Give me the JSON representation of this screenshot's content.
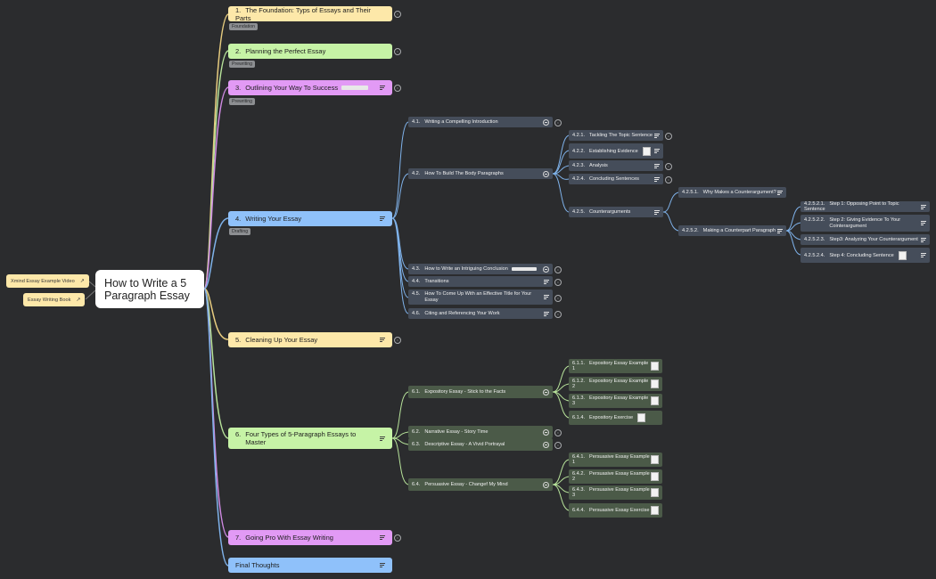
{
  "root": {
    "title": "How to Write a 5 Paragraph Essay"
  },
  "links": [
    {
      "label": "Xmind Essay Example Video"
    },
    {
      "label": "Essay Writing Book"
    }
  ],
  "topics": {
    "t1": {
      "num": "1.",
      "label": "The Foundation: Typs of Essays and Their Parts",
      "tag": "Foundation"
    },
    "t2": {
      "num": "2.",
      "label": "Planning the Perfect Essay",
      "tag": "Prewriting"
    },
    "t3": {
      "num": "3.",
      "label": "Outlining Your Way To Success",
      "tag": "Prewriting"
    },
    "t4": {
      "num": "4.",
      "label": "Writing Your Essay",
      "tag": "Drafting"
    },
    "t5": {
      "num": "5.",
      "label": "Cleaning Up Your Essay"
    },
    "t6": {
      "num": "6.",
      "label": "Four Types of 5-Paragraph Essays to Master"
    },
    "t7": {
      "num": "7.",
      "label": "Going Pro With Essay Writing"
    },
    "t8": {
      "label": "Final Thoughts"
    }
  },
  "writing": [
    {
      "num": "4.1.",
      "label": "Writing a Compelling Introduction"
    },
    {
      "num": "4.2.",
      "label": "How To Build The Body Paragraphs"
    },
    {
      "num": "4.3.",
      "label": "How to Write an Intriguing Conclusion"
    },
    {
      "num": "4.4.",
      "label": "Transitions"
    },
    {
      "num": "4.5.",
      "label": "How To Come Up With an Effective Title for Your Essay"
    },
    {
      "num": "4.6.",
      "label": "Citing and Referencing Your Work"
    }
  ],
  "body": [
    {
      "num": "4.2.1.",
      "label": "Tackling The Topic Sentence"
    },
    {
      "num": "4.2.2.",
      "label": "Establishing Evidence"
    },
    {
      "num": "4.2.3.",
      "label": "Analysis"
    },
    {
      "num": "4.2.4.",
      "label": "Concluding Sentences"
    },
    {
      "num": "4.2.5.",
      "label": "Counterarguments"
    }
  ],
  "counter": [
    {
      "num": "4.2.5.1.",
      "label": "Why Makes a Counterargument?"
    },
    {
      "num": "4.2.5.2.",
      "label": "Making a Counterpart Paragraph"
    }
  ],
  "steps": [
    {
      "num": "4.2.5.2.1.",
      "label": "Step 1: Opposing Point to Topic Sentence"
    },
    {
      "num": "4.2.5.2.2.",
      "label": "Step 2: Giving Evidence To Your Cointerargument"
    },
    {
      "num": "4.2.5.2.3.",
      "label": "Step3: Analyzing Your Counterargument"
    },
    {
      "num": "4.2.5.2.4.",
      "label": "Step 4: Concluding Sentence"
    }
  ],
  "types": [
    {
      "num": "6.1.",
      "label": "Expository Essay - Stick to the Facts"
    },
    {
      "num": "6.2.",
      "label": "Narrative Essay - Story Time"
    },
    {
      "num": "6.3.",
      "label": "Descriptive Essay - A Vivid Portrayal"
    },
    {
      "num": "6.4.",
      "label": "Persuasive Essay - Changef My Mind"
    }
  ],
  "expository": [
    {
      "num": "6.1.1.",
      "label": "Expository Essay Example 1"
    },
    {
      "num": "6.1.2.",
      "label": "Expository Essay Example 2"
    },
    {
      "num": "6.1.3.",
      "label": "Expository Essay Example 3"
    },
    {
      "num": "6.1.4.",
      "label": "Expository Exercise"
    }
  ],
  "persuasive": [
    {
      "num": "6.4.1.",
      "label": "Persuasive Essay Example 1"
    },
    {
      "num": "6.4.2.",
      "label": "Persuasive Essay Example 2"
    },
    {
      "num": "6.4.3.",
      "label": "Persuasive Essay Example 3"
    },
    {
      "num": "6.4.4.",
      "label": "Persuasive Essay Exercise"
    }
  ],
  "colors": {
    "yellow": "#fde8a9",
    "green": "#c6f3a6",
    "purple": "#e29af5",
    "blue": "#8fc1fa",
    "background": "#2b2c2e",
    "subnode": "#454d5a",
    "greennode": "#4b5a48"
  }
}
